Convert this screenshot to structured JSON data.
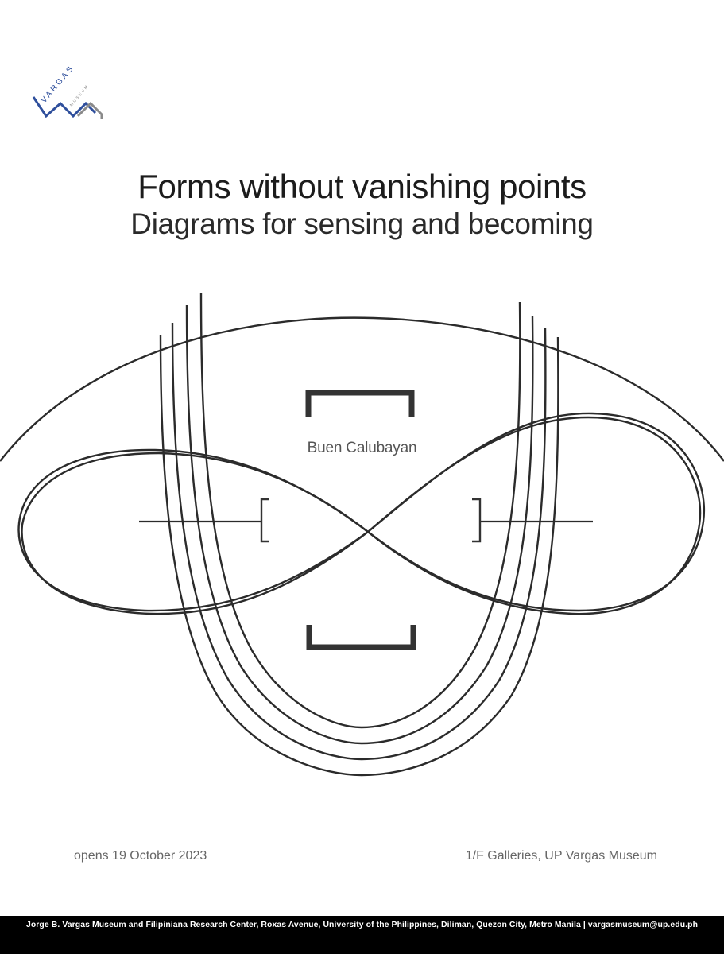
{
  "logo": {
    "wordmark": "VARGAS",
    "subtitle": "MUSEUM",
    "colors": {
      "blue": "#2f4f9c",
      "gray": "#8a8a8a"
    }
  },
  "exhibition": {
    "title": "Forms without vanishing points",
    "subtitle": "Diagrams for sensing and becoming",
    "artist": "Buen Calubayan",
    "opening": "opens 19 October 2023",
    "venue": "1/F Galleries, UP Vargas Museum"
  },
  "footer": {
    "text": "Jorge B. Vargas Museum and Filipiniana Research Center, Roxas Avenue, University of the Philippines, Diliman, Quezon City, Metro Manila | vargasmuseum@up.edu.ph"
  },
  "colors": {
    "line": "#2b2b2b",
    "bracket": "#333333",
    "footer_bg": "#000000",
    "text_gray": "#666666"
  }
}
